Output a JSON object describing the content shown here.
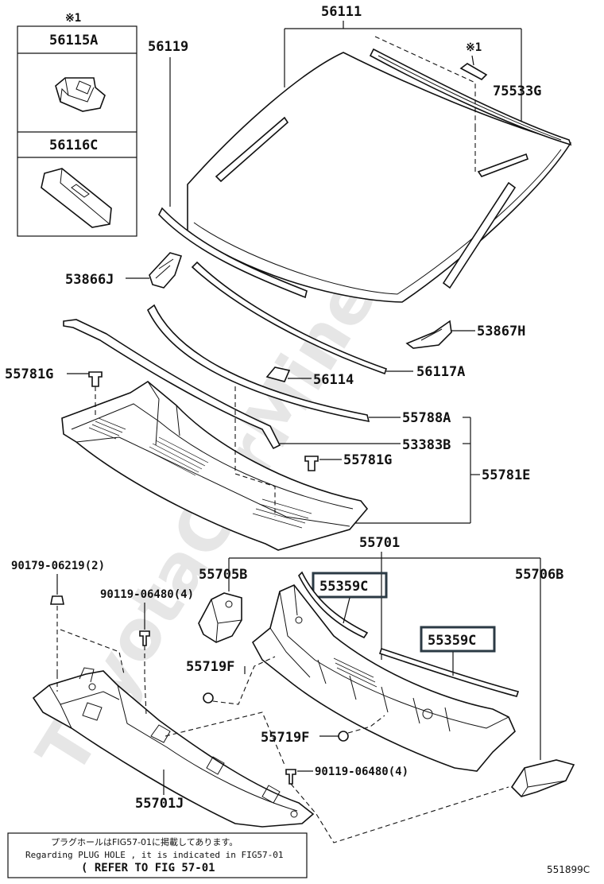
{
  "watermark": "ToyotaCarMiner.ru",
  "inset_box": {
    "mark": "※1",
    "part_top": "56115A",
    "part_bottom": "56116C"
  },
  "parts": {
    "p56111": "56111",
    "p56119": "56119",
    "p75533g": "75533G",
    "mark_top": "※1",
    "p53866j": "53866J",
    "p53867h": "53867H",
    "p55781g_a": "55781G",
    "p56114": "56114",
    "p56117a": "56117A",
    "p55788a": "55788A",
    "p53383b": "53383B",
    "p55781g_b": "55781G",
    "p55781e": "55781E",
    "p55701": "55701",
    "p90179": "90179-06219(2)",
    "p55705b": "55705B",
    "p55706b": "55706B",
    "p90119_a": "90119-06480(4)",
    "p55359c_a": "55359C",
    "p55359c_b": "55359C",
    "p55719f_a": "55719F",
    "p55719f_b": "55719F",
    "p90119_b": "90119-06480(4)",
    "p55701j": "55701J"
  },
  "note": {
    "jp": "プラグホールはFIG57-01に掲載してあります。",
    "en": "Regarding PLUG HOLE , it is indicated in FIG57-01",
    "ref": "( REFER TO FIG 57-01"
  },
  "diagram_code": "551899C",
  "colors": {
    "highlight_box": "#2b3a44",
    "line": "#111111"
  }
}
